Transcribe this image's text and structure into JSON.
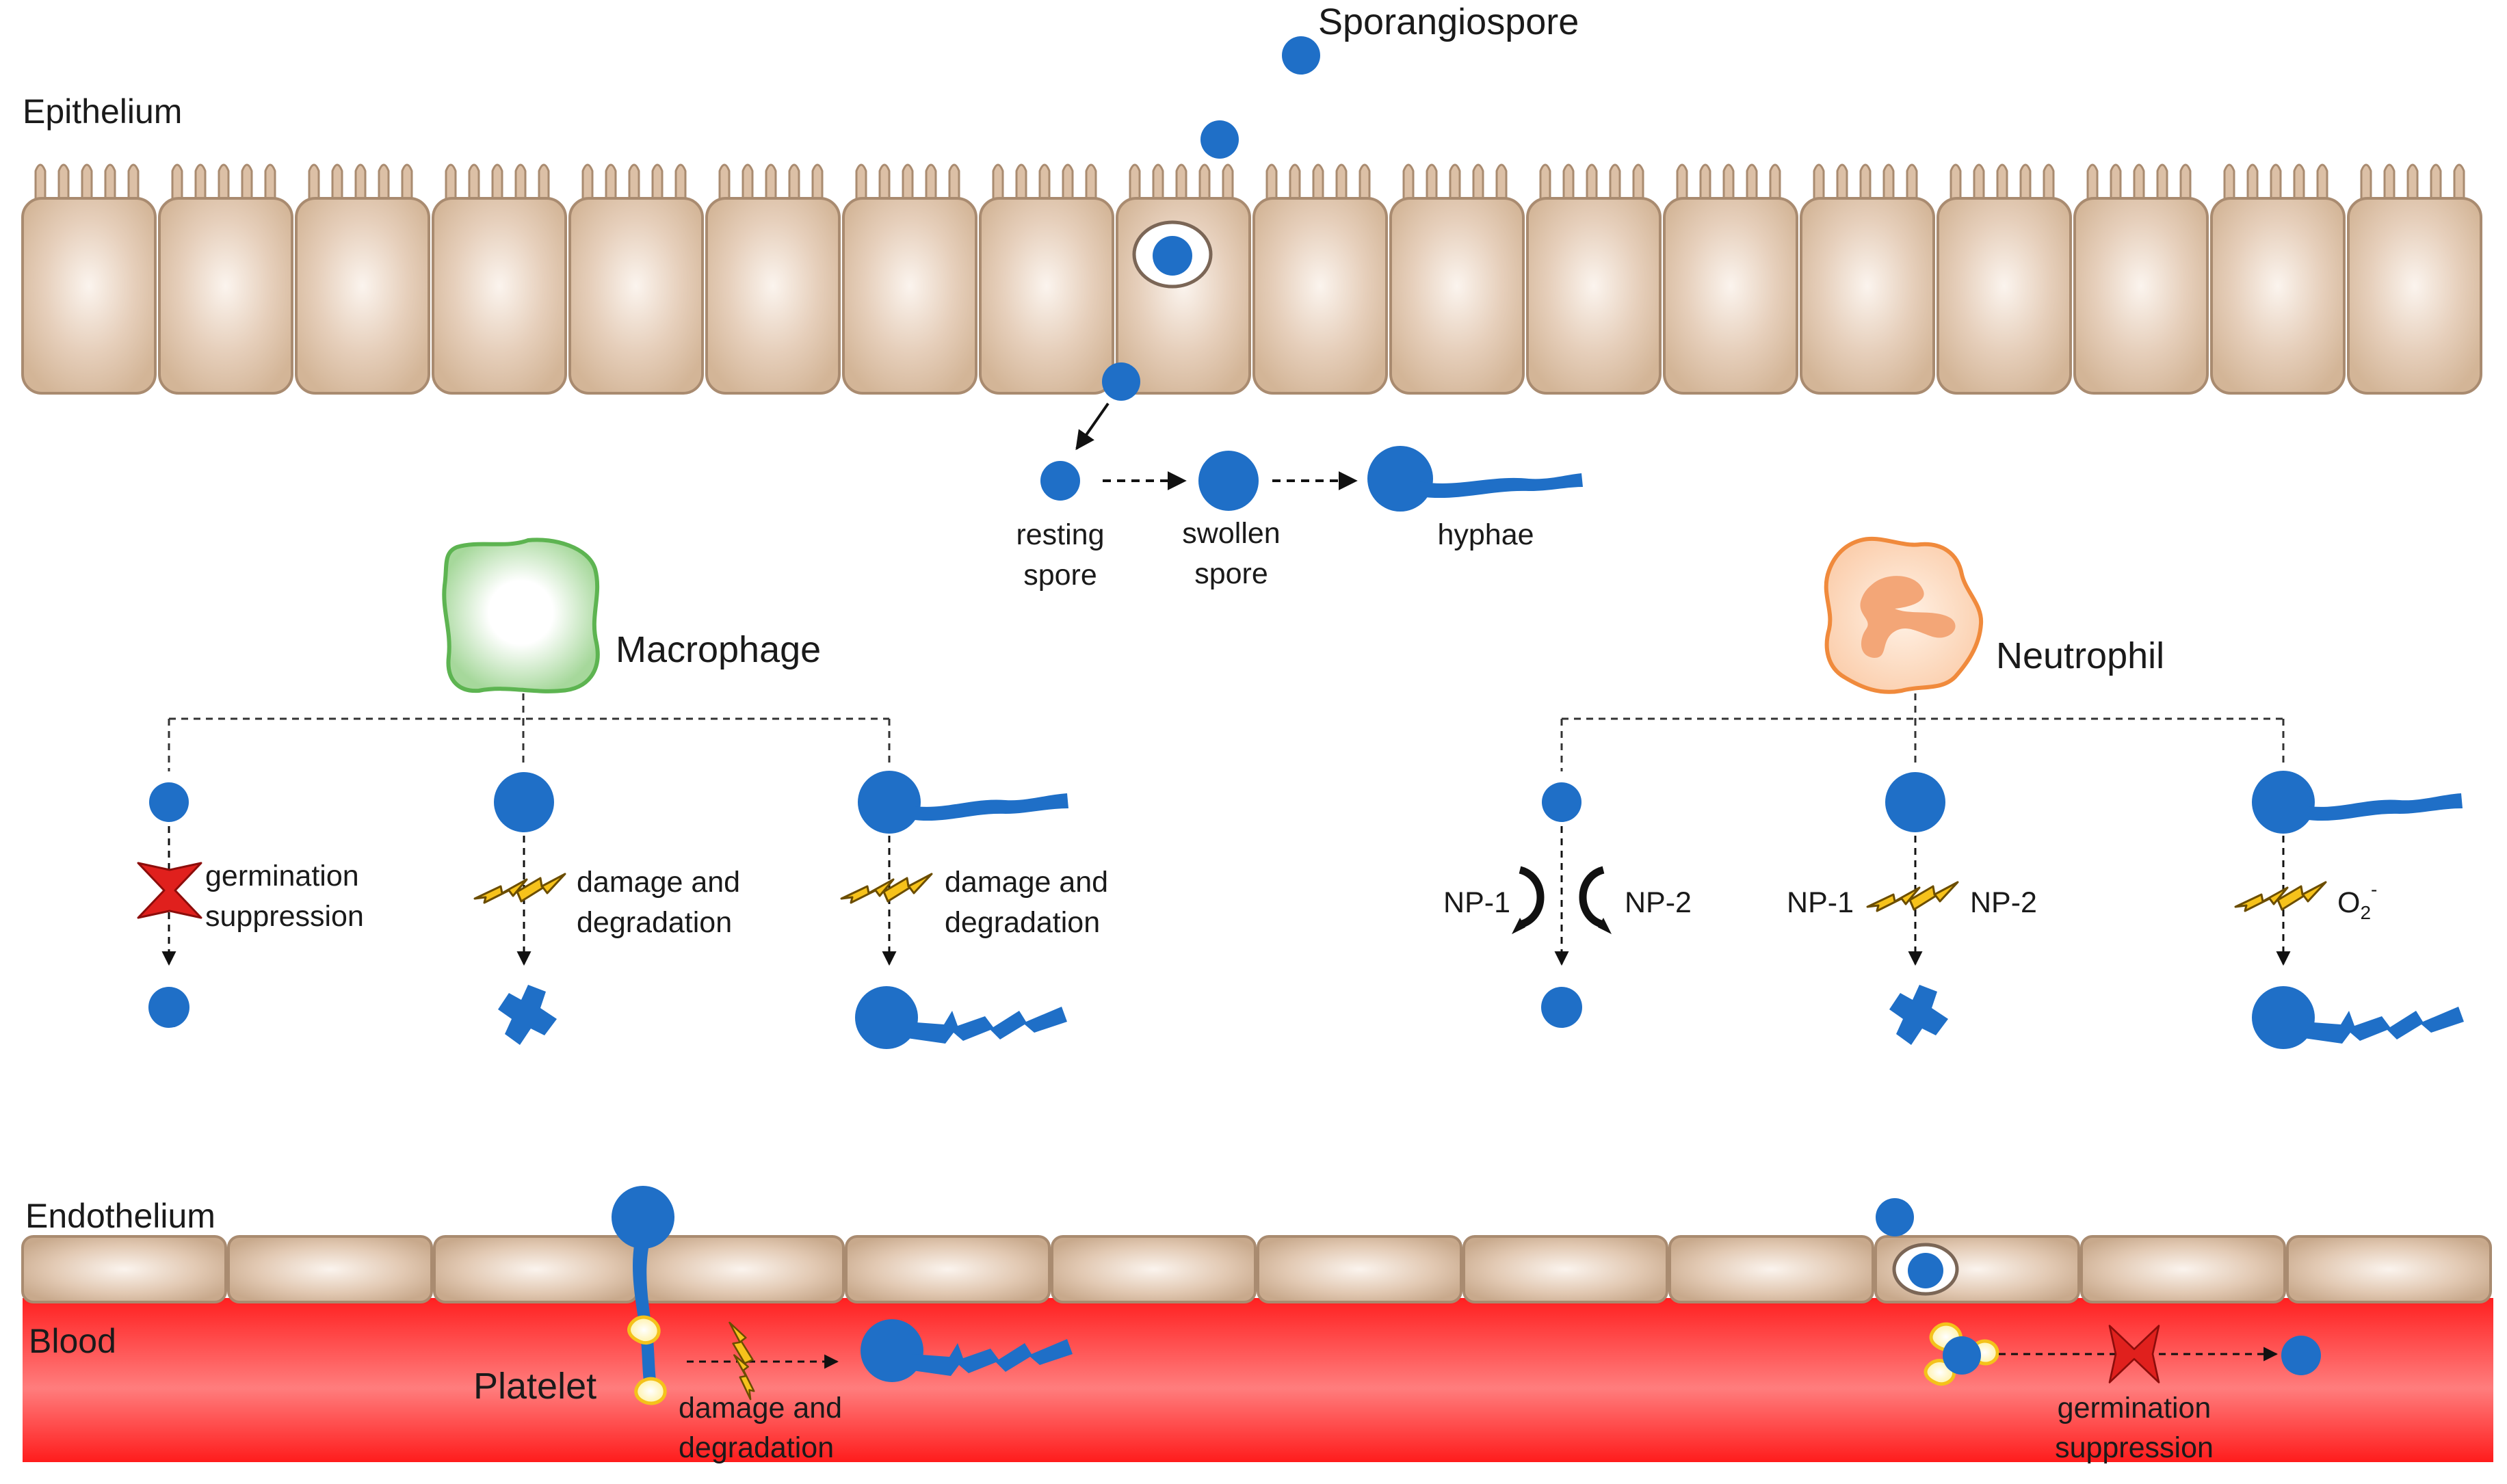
{
  "labels": {
    "sporangiospore": "Sporangiospore",
    "epithelium": "Epithelium",
    "resting_spore": [
      "resting",
      "spore"
    ],
    "swollen_spore": [
      "swollen",
      "spore"
    ],
    "hyphae": "hyphae",
    "macrophage": "Macrophage",
    "neutrophil": "Neutrophil",
    "germination_suppression": [
      "germination",
      "suppression"
    ],
    "damage_and_degradation": [
      "damage and",
      "degradation"
    ],
    "np1": "NP-1",
    "np2": "NP-2",
    "o2_base": "O",
    "o2_sub": "2",
    "o2_sup": "-",
    "endothelium": "Endothelium",
    "blood": "Blood",
    "platelet": "Platelet"
  },
  "colors": {
    "spore_blue": "#1f6fc7",
    "epithelial_cell": "#dcc0a6",
    "epithelial_outline": "#a98b70",
    "macrophage_outline": "#5db451",
    "neutrophil_outline": "#f08a3c",
    "blood_red": "#ff2a2a",
    "inhibit_red": "#e0201d",
    "lightning_yellow": "#f6c21b",
    "platelet_yellow": "#fff2a0"
  },
  "icons": {
    "inhibition": "red-x-inhibition-icon",
    "damage": "lightning-bolt-icon",
    "macrophage": "macrophage-cell-icon",
    "neutrophil": "neutrophil-cell-icon",
    "platelet": "platelet-icon"
  }
}
